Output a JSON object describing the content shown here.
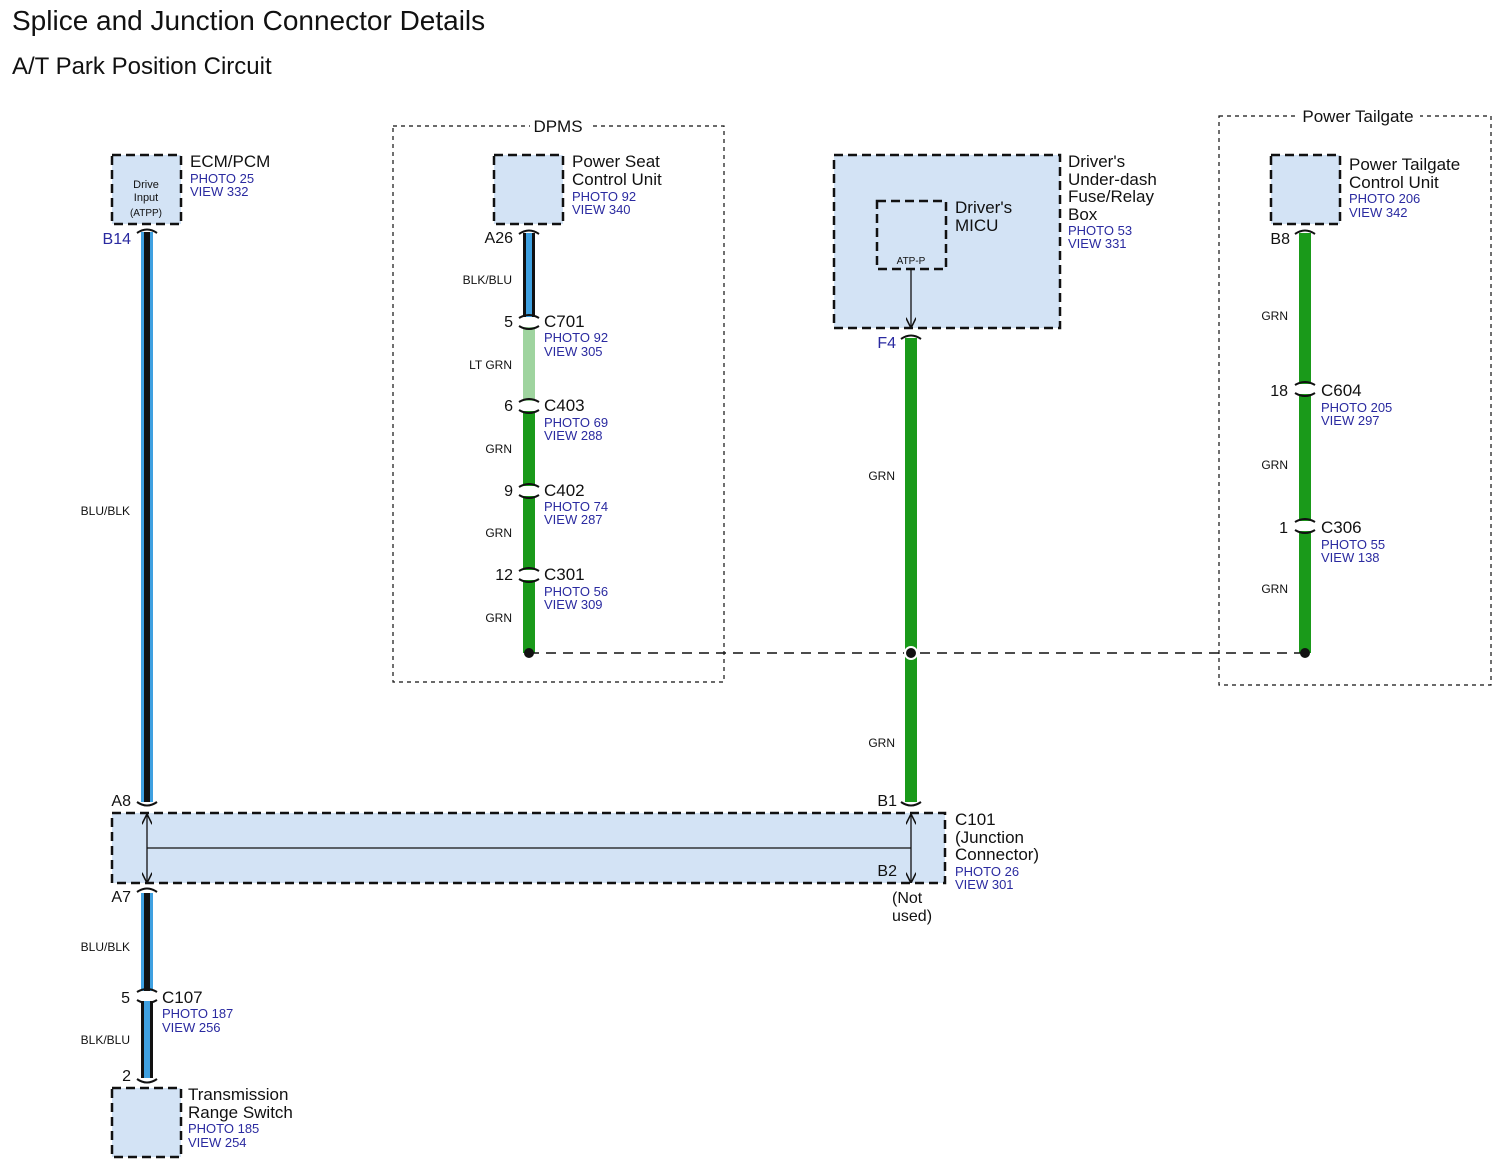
{
  "header": {
    "title": "Splice and Junction Connector Details",
    "subtitle": "A/T Park Position Circuit"
  },
  "zones": {
    "dpms": "DPMS",
    "power_tailgate": "Power Tailgate"
  },
  "colors": {
    "component_fill": "#d3e3f5",
    "grn": "#1a9a1a",
    "lt_grn": "#9fd49f",
    "blu": "#3fa0e0",
    "blk": "#111111"
  },
  "components": {
    "ecm": {
      "name": "ECM/PCM",
      "photo": "PHOTO 25",
      "view": "VIEW 332",
      "inner1": "Drive",
      "inner2": "Input",
      "inner3": "(ATPP)",
      "pin": "B14"
    },
    "seat": {
      "name1": "Power Seat",
      "name2": "Control Unit",
      "photo": "PHOTO 92",
      "view": "VIEW 340",
      "pin": "A26"
    },
    "fuse": {
      "name1": "Driver's",
      "name2": "Under-dash",
      "name3": "Fuse/Relay",
      "name4": "Box",
      "photo": "PHOTO 53",
      "view": "VIEW 331",
      "micu1": "Driver's",
      "micu2": "MICU",
      "micu_pin": "ATP-P",
      "pin": "F4"
    },
    "tailgate": {
      "name1": "Power Tailgate",
      "name2": "Control Unit",
      "photo": "PHOTO 206",
      "view": "VIEW 342",
      "pin": "B8"
    },
    "c101": {
      "name1": "C101",
      "name2": "(Junction",
      "name3": "Connector)",
      "photo": "PHOTO 26",
      "view": "VIEW 301",
      "pin_a8": "A8",
      "pin_a7": "A7",
      "pin_b1": "B1",
      "pin_b2": "B2",
      "not_used1": "(Not",
      "not_used2": "used)"
    },
    "trs": {
      "name1": "Transmission",
      "name2": "Range Switch",
      "photo": "PHOTO 185",
      "view": "VIEW 254",
      "pin": "2"
    }
  },
  "connectors": {
    "c701": {
      "name": "C701",
      "pin": "5",
      "photo": "PHOTO 92",
      "view": "VIEW 305"
    },
    "c403": {
      "name": "C403",
      "pin": "6",
      "photo": "PHOTO 69",
      "view": "VIEW 288"
    },
    "c402": {
      "name": "C402",
      "pin": "9",
      "photo": "PHOTO 74",
      "view": "VIEW 287"
    },
    "c301": {
      "name": "C301",
      "pin": "12",
      "photo": "PHOTO 56",
      "view": "VIEW 309"
    },
    "c604": {
      "name": "C604",
      "pin": "18",
      "photo": "PHOTO 205",
      "view": "VIEW 297"
    },
    "c306": {
      "name": "C306",
      "pin": "1",
      "photo": "PHOTO 55",
      "view": "VIEW 138"
    },
    "c107": {
      "name": "C107",
      "pin": "5",
      "photo": "PHOTO 187",
      "view": "VIEW 256"
    }
  },
  "wires": {
    "ecm_upper": "BLU/BLK",
    "seat_blkblu": "BLK/BLU",
    "seat_ltgrn": "LT GRN",
    "seat_grn1": "GRN",
    "seat_grn2": "GRN",
    "seat_grn3": "GRN",
    "fuse_upper": "GRN",
    "fuse_lower": "GRN",
    "tail_grn1": "GRN",
    "tail_grn2": "GRN",
    "tail_grn3": "GRN",
    "trs_blublk": "BLU/BLK",
    "trs_blkblu": "BLK/BLU"
  }
}
